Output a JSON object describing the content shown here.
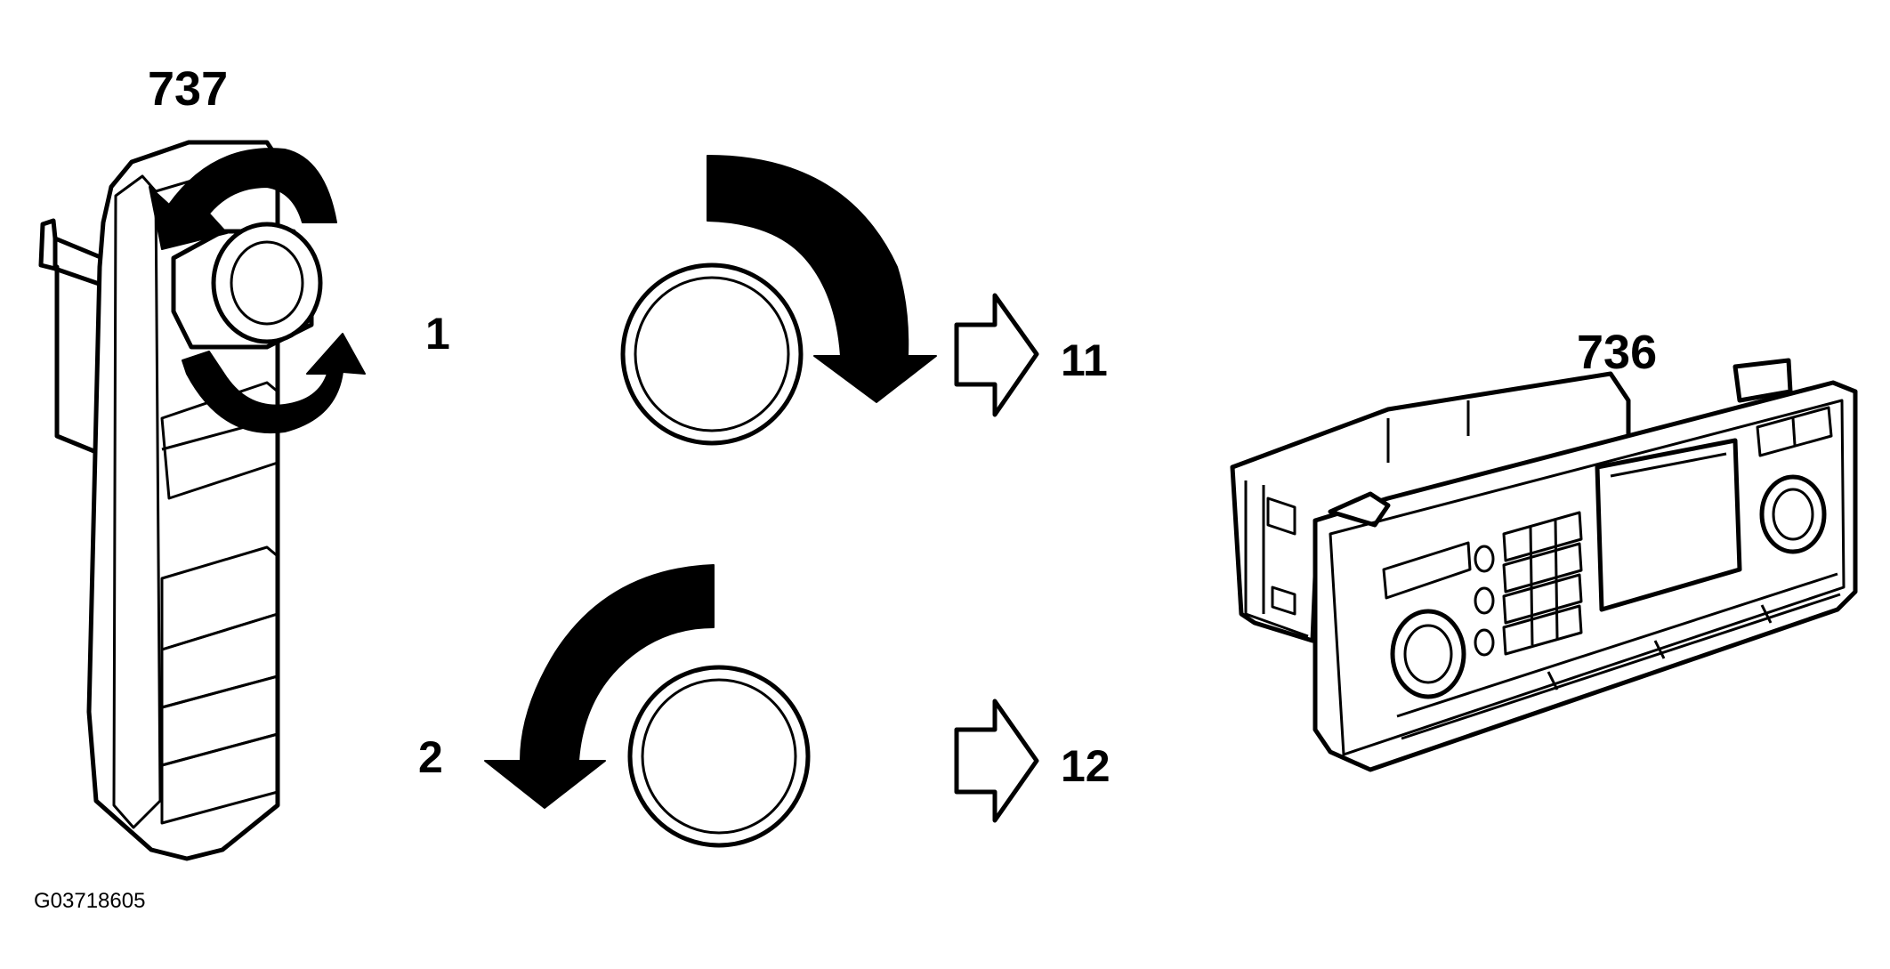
{
  "labels": {
    "part_737": "737",
    "part_736": "736",
    "step_1": "1",
    "step_2": "2",
    "result_11": "11",
    "result_12": "12",
    "figure_code": "G03718605"
  },
  "colors": {
    "ink": "#000000",
    "paper": "#ffffff"
  }
}
